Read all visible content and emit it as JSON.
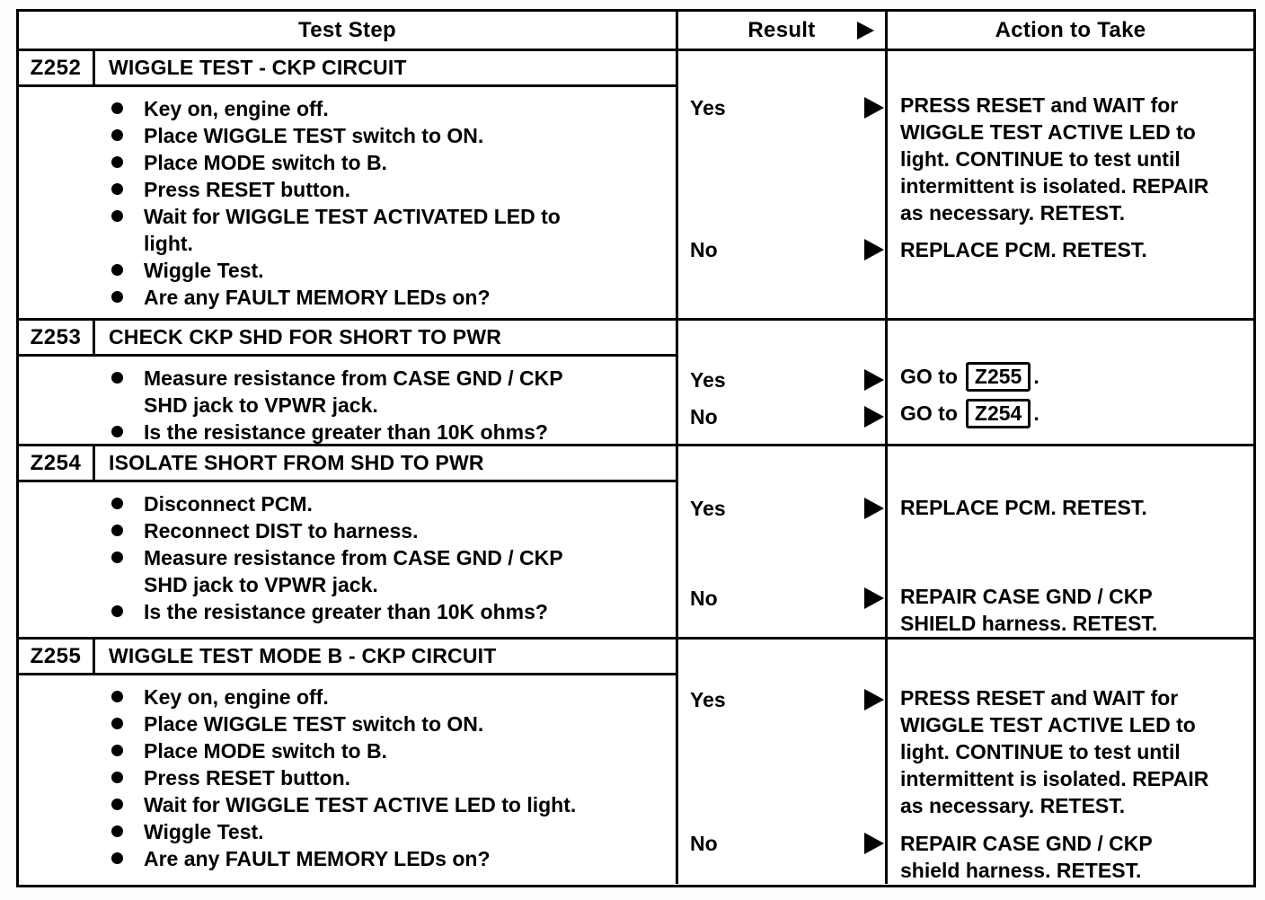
{
  "header": {
    "test_step": "Test Step",
    "result": "Result",
    "action": "Action to Take"
  },
  "rows": [
    {
      "code": "Z252",
      "title": "WIGGLE TEST - CKP CIRCUIT",
      "steps": [
        "Key on, engine off.",
        "Place WIGGLE TEST switch to ON.",
        "Place MODE switch to B.",
        "Press RESET button.",
        "Wait for WIGGLE TEST ACTIVATED LED to\nlight.",
        "Wiggle Test.",
        "Are any FAULT MEMORY LEDs on?"
      ],
      "results": [
        {
          "label": "Yes",
          "action": "PRESS RESET and WAIT for\nWIGGLE TEST ACTIVE LED to\nlight. CONTINUE to test until\nintermittent is isolated. REPAIR\nas necessary. RETEST."
        },
        {
          "label": "No",
          "action": "REPLACE PCM. RETEST."
        }
      ]
    },
    {
      "code": "Z253",
      "title": "CHECK CKP SHD FOR SHORT TO PWR",
      "steps": [
        "Measure resistance from CASE GND / CKP\nSHD jack to VPWR jack.",
        "Is the resistance greater than 10K ohms?"
      ],
      "results": [
        {
          "label": "Yes",
          "action_prefix": "GO to",
          "action_ref": "Z255",
          "action_suffix": "."
        },
        {
          "label": "No",
          "action_prefix": "GO to",
          "action_ref": "Z254",
          "action_suffix": "."
        }
      ]
    },
    {
      "code": "Z254",
      "title": "ISOLATE SHORT FROM SHD TO PWR",
      "steps": [
        "Disconnect PCM.",
        "Reconnect DIST to harness.",
        "Measure resistance from CASE GND / CKP\nSHD jack to VPWR jack.",
        "Is the resistance greater than 10K ohms?"
      ],
      "results": [
        {
          "label": "Yes",
          "action": "REPLACE PCM. RETEST."
        },
        {
          "label": "No",
          "action": "REPAIR CASE GND / CKP\nSHIELD harness. RETEST."
        }
      ]
    },
    {
      "code": "Z255",
      "title": "WIGGLE TEST MODE B - CKP CIRCUIT",
      "steps": [
        "Key on, engine off.",
        "Place WIGGLE TEST switch to ON.",
        "Place MODE switch to B.",
        "Press RESET button.",
        "Wait for WIGGLE TEST ACTIVE LED to light.",
        "Wiggle Test.",
        "Are any FAULT MEMORY LEDs on?"
      ],
      "results": [
        {
          "label": "Yes",
          "action": "PRESS RESET and WAIT for\nWIGGLE TEST ACTIVE LED to\nlight. CONTINUE to test until\nintermittent is isolated. REPAIR\nas necessary. RETEST."
        },
        {
          "label": "No",
          "action": "REPAIR CASE GND / CKP\nshield harness. RETEST."
        }
      ]
    }
  ]
}
